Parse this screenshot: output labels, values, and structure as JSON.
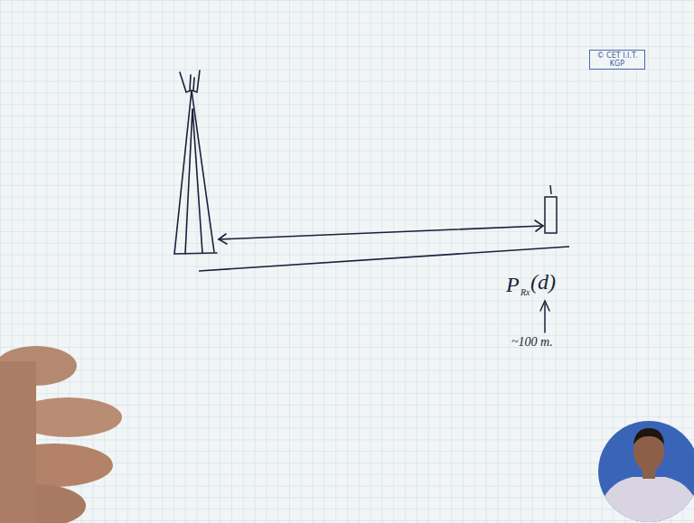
{
  "diagram": {
    "nodes": [
      {
        "text": [
          "© CET I.I.T. KGP"
        ]
      }
    ],
    "labels": [
      "P",
      "Rx",
      "(d)",
      "~100 m."
    ]
  }
}
